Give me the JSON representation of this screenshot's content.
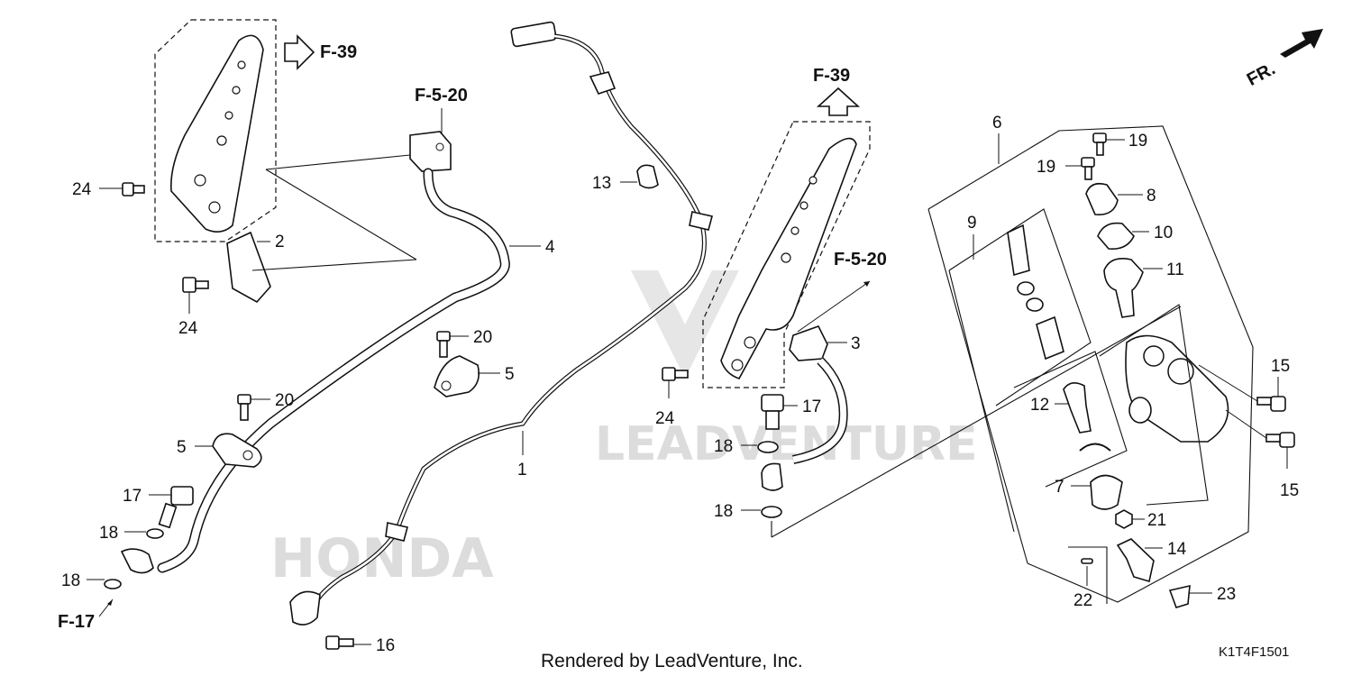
{
  "diagram": {
    "callouts": [
      {
        "num": "1"
      },
      {
        "num": "2"
      },
      {
        "num": "3"
      },
      {
        "num": "4"
      },
      {
        "num": "5"
      },
      {
        "num": "5"
      },
      {
        "num": "6"
      },
      {
        "num": "7"
      },
      {
        "num": "8"
      },
      {
        "num": "9"
      },
      {
        "num": "10"
      },
      {
        "num": "11"
      },
      {
        "num": "12"
      },
      {
        "num": "13"
      },
      {
        "num": "14"
      },
      {
        "num": "15"
      },
      {
        "num": "15"
      },
      {
        "num": "16"
      },
      {
        "num": "17"
      },
      {
        "num": "17"
      },
      {
        "num": "18"
      },
      {
        "num": "18"
      },
      {
        "num": "18"
      },
      {
        "num": "18"
      },
      {
        "num": "19"
      },
      {
        "num": "19"
      },
      {
        "num": "20"
      },
      {
        "num": "20"
      },
      {
        "num": "21"
      },
      {
        "num": "22"
      },
      {
        "num": "23"
      },
      {
        "num": "24"
      },
      {
        "num": "24"
      },
      {
        "num": "24"
      }
    ],
    "refs": {
      "f39_top": "F-39",
      "f39_right": "F-39",
      "f5_20_left": "F-5-20",
      "f5_20_right": "F-5-20",
      "f17": "F-17"
    },
    "direction_label": "FR.",
    "watermark": {
      "brand": "LEADVENTURE",
      "make": "HONDA"
    },
    "footer": "Rendered by LeadVenture, Inc.",
    "diagram_code": "K1T4F1501"
  }
}
